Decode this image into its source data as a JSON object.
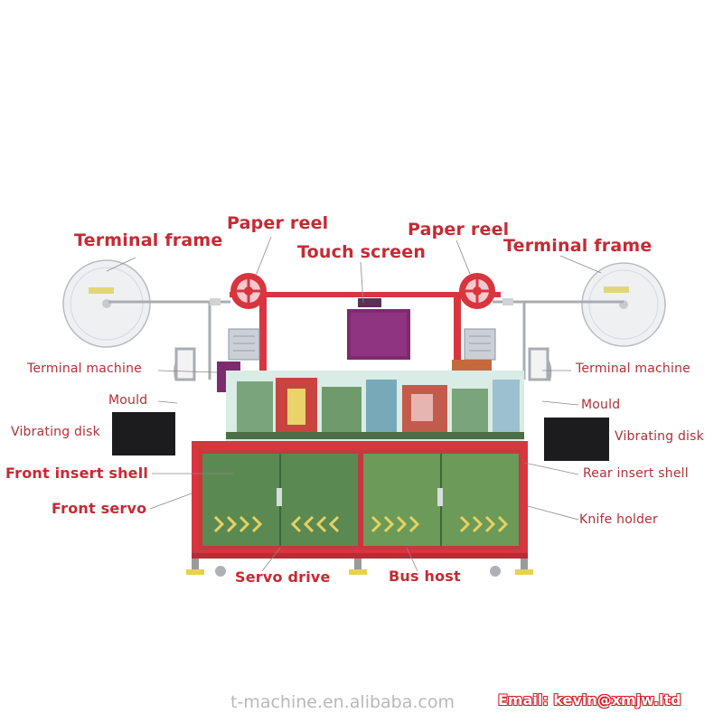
{
  "labels": {
    "terminal_frame_left": "Terminal frame",
    "paper_reel_left": "Paper reel",
    "touch_screen": "Touch screen",
    "paper_reel_right": "Paper reel",
    "terminal_frame_right": "Terminal frame",
    "terminal_machine_left": "Terminal machine",
    "terminal_machine_right": "Terminal machine",
    "mould_left": "Mould",
    "mould_right": "Mould",
    "vibrating_disk_left": "Vibrating disk",
    "vibrating_disk_right": "Vibrating disk",
    "front_insert_shell": "Front insert shell",
    "rear_insert_shell": "Rear insert shell",
    "front_servo": "Front servo",
    "knife_holder": "Knife holder",
    "servo_drive": "Servo drive",
    "bus_host": "Bus host"
  },
  "footer": {
    "watermark": "t-machine.en.alibaba.com",
    "email": "Email: kevin@xmjw.ltd"
  },
  "colors": {
    "frame_red": "#d8353f",
    "label_red": "#c52a33",
    "cabinet_green": "#5a8a52",
    "screen_purple": "#7e2a6f"
  }
}
